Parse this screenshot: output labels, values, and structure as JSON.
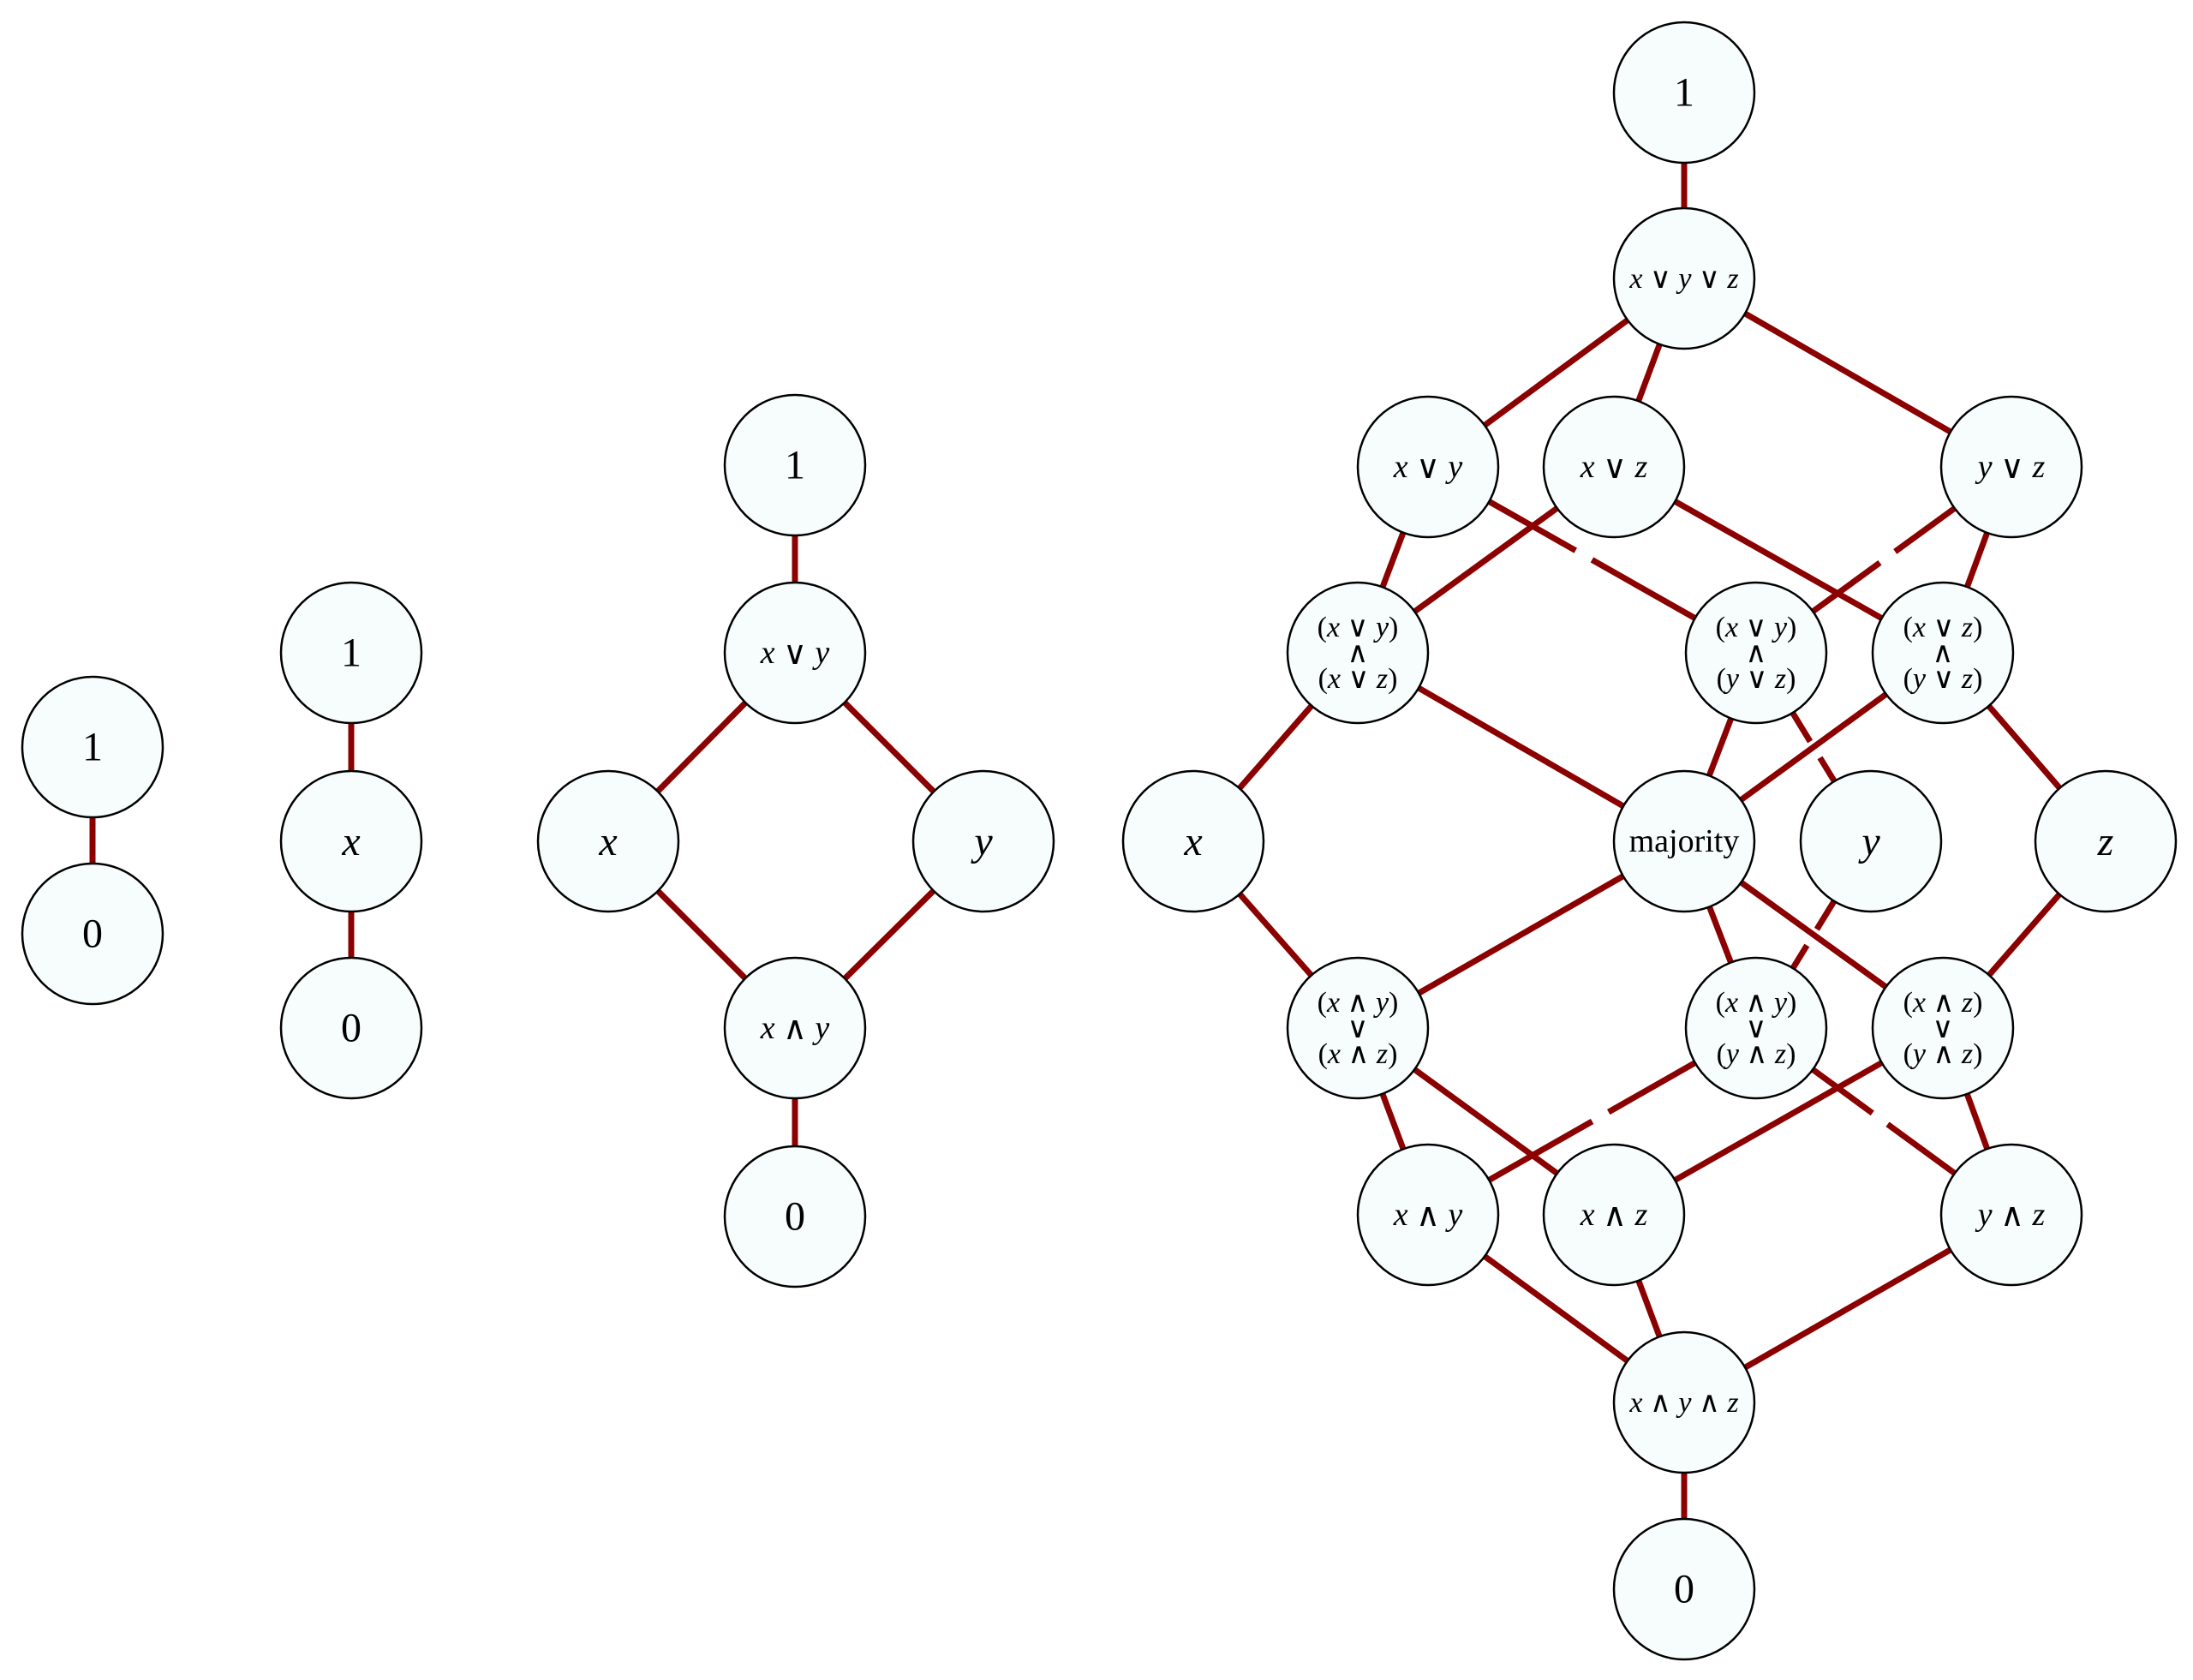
{
  "diagrams": [
    {
      "name": "lattice-0-vars",
      "nodes": [
        {
          "id": "one",
          "label": "1"
        },
        {
          "id": "zero",
          "label": "0"
        }
      ]
    },
    {
      "name": "lattice-1-var",
      "nodes": [
        {
          "id": "one",
          "label": "1"
        },
        {
          "id": "x",
          "label": "x"
        },
        {
          "id": "zero",
          "label": "0"
        }
      ]
    },
    {
      "name": "lattice-2-vars",
      "nodes": [
        {
          "id": "one",
          "label": "1"
        },
        {
          "id": "x-or-y",
          "label": "x ∨ y"
        },
        {
          "id": "x",
          "label": "x"
        },
        {
          "id": "y",
          "label": "y"
        },
        {
          "id": "x-and-y",
          "label": "x ∧ y"
        },
        {
          "id": "zero",
          "label": "0"
        }
      ]
    },
    {
      "name": "lattice-3-vars",
      "nodes": [
        {
          "id": "one",
          "label": "1"
        },
        {
          "id": "x-or-y-or-z",
          "label": "x ∨ y ∨ z"
        },
        {
          "id": "x-or-y",
          "label": "x ∨ y"
        },
        {
          "id": "x-or-z",
          "label": "x ∨ z"
        },
        {
          "id": "y-or-z",
          "label": "y ∨ z"
        },
        {
          "id": "xory-and-xorz",
          "label": "(x ∨ y) ∧ (x ∨ z)"
        },
        {
          "id": "xory-and-yorz",
          "label": "(x ∨ y) ∧ (y ∨ z)"
        },
        {
          "id": "xorz-and-yorz",
          "label": "(x ∨ z) ∧ (y ∨ z)"
        },
        {
          "id": "x",
          "label": "x"
        },
        {
          "id": "majority",
          "label": "majority"
        },
        {
          "id": "y",
          "label": "y"
        },
        {
          "id": "z",
          "label": "z"
        },
        {
          "id": "xandy-or-xandz",
          "label": "(x ∧ y) ∨ (x ∧ z)"
        },
        {
          "id": "xandy-or-yandz",
          "label": "(x ∧ y) ∨ (y ∧ z)"
        },
        {
          "id": "xandz-or-yandz",
          "label": "(x ∧ z) ∨ (y ∧ z)"
        },
        {
          "id": "x-and-y",
          "label": "x ∧ y"
        },
        {
          "id": "x-and-z",
          "label": "x ∧ z"
        },
        {
          "id": "y-and-z",
          "label": "y ∧ z"
        },
        {
          "id": "x-and-y-and-z",
          "label": "x ∧ y ∧ z"
        },
        {
          "id": "zero",
          "label": "0"
        }
      ]
    }
  ],
  "colors": {
    "edge": "#8b0000",
    "node_fill": "#f7fcfc",
    "node_stroke": "#000000"
  }
}
